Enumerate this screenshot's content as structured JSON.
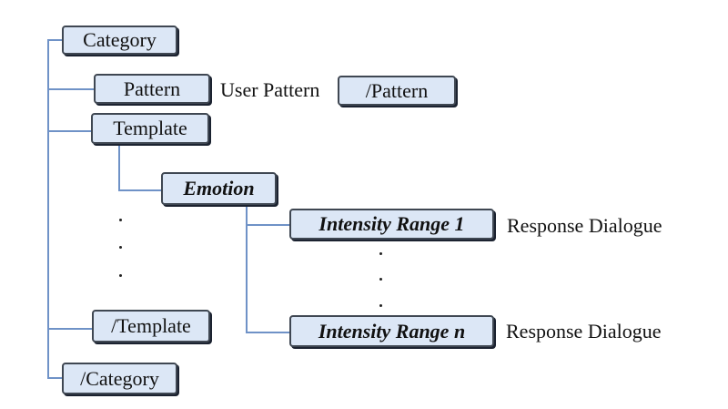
{
  "diagram": {
    "nodes": {
      "category_open": "Category",
      "pattern_open": "Pattern",
      "pattern_close": "/Pattern",
      "template_open": "Template",
      "emotion": "Emotion",
      "intensity_1": "Intensity Range 1",
      "intensity_n": "Intensity Range n",
      "template_close": "/Template",
      "category_close": "/Category"
    },
    "labels": {
      "user_pattern": "User Pattern",
      "response_dialogue_1": "Response Dialogue",
      "response_dialogue_n": "Response Dialogue"
    },
    "colors": {
      "node_fill": "#dce7f6",
      "node_border": "#3f4752",
      "connector": "#6f92c7"
    }
  }
}
